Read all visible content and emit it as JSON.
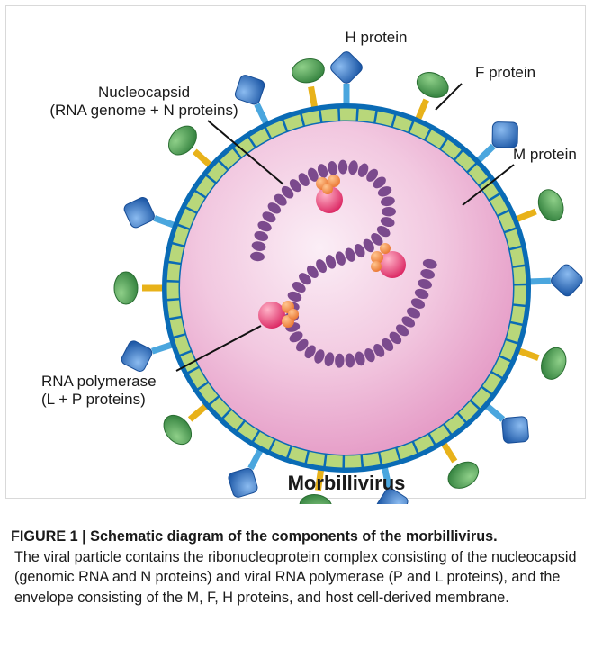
{
  "figure": {
    "labels": {
      "h_protein": "H protein",
      "f_protein": "F protein",
      "m_protein": "M protein",
      "nucleocapsid_line1": "Nucleocapsid",
      "nucleocapsid_line2": "(RNA genome + N proteins)",
      "polymerase_line1": "RNA polymerase",
      "polymerase_line2": "(L + P proteins)"
    },
    "title": "Morbillivirus"
  },
  "caption": {
    "title": "FIGURE 1 | Schematic diagram of the components of the morbillivirus.",
    "body": "The viral particle contains the ribonucleoprotein complex consisting of the nucleocapsid (genomic RNA and N proteins) and viral RNA polymerase (P and L proteins), and the envelope consisting of the M, F, H proteins, and host cell-derived membrane."
  },
  "colors": {
    "envelope": "#0a6bb5",
    "matrix": "#b8d77a",
    "core_light": "#f7e3ef",
    "core_dark": "#e9a7cd",
    "nucleocapsid": "#7b4a8d",
    "h_protein": "#2f6fc4",
    "f_protein": "#3f9a4a",
    "stalk_yellow": "#e8b21a",
    "stalk_blue": "#4aa6de",
    "polymerase_pink": "#e8316f",
    "polymerase_orange": "#f08a3c"
  },
  "icons": [
    "h-protein-glycoprotein",
    "f-protein-glycoprotein",
    "rna-polymerase-complex"
  ]
}
